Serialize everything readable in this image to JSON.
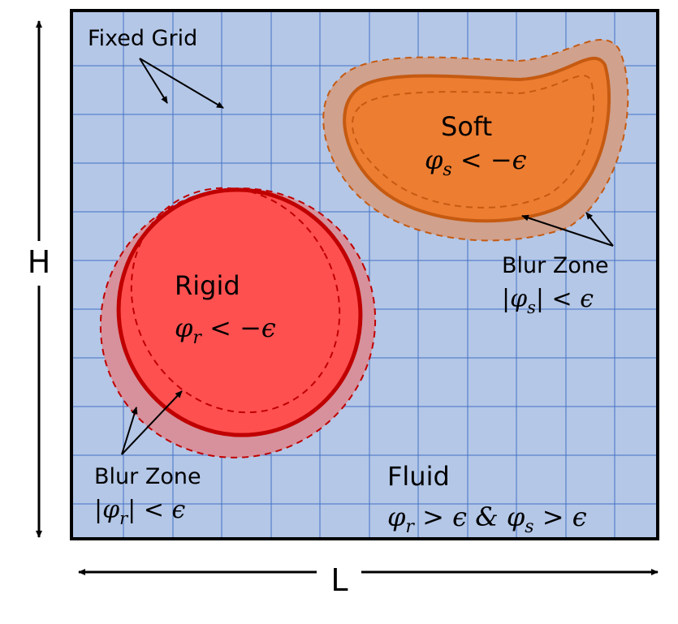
{
  "labels": {
    "fixed_grid": "Fixed Grid",
    "height": "H",
    "length": "L"
  },
  "soft": {
    "title": "Soft",
    "condition_phi": "φ",
    "condition_sub": "s",
    "condition_rest": " < −ϵ",
    "blur_title": "Blur Zone",
    "blur_bar_left": "|",
    "blur_phi": "φ",
    "blur_sub": "s",
    "blur_rest": "| < ϵ"
  },
  "rigid": {
    "title": "Rigid",
    "condition_phi": "φ",
    "condition_sub": "r",
    "condition_rest": " < −ϵ",
    "blur_title": "Blur Zone",
    "blur_bar_left": "|",
    "blur_phi": "φ",
    "blur_sub": "r",
    "blur_rest": "| < ϵ"
  },
  "fluid": {
    "title": "Fluid",
    "phi1": "φ",
    "sub1": "r",
    "mid": " > ϵ & ",
    "phi2": "φ",
    "sub2": "s",
    "rest": " > ϵ"
  },
  "colors": {
    "fluid_fill": "#b4c7e7",
    "grid_line": "#4472c4",
    "rigid_core": "#ff5050",
    "rigid_line": "#c00000",
    "rigid_blur": "#d6919c",
    "soft_core": "#ed7d31",
    "soft_line": "#c55a11",
    "soft_blur": "#d0a18d"
  }
}
